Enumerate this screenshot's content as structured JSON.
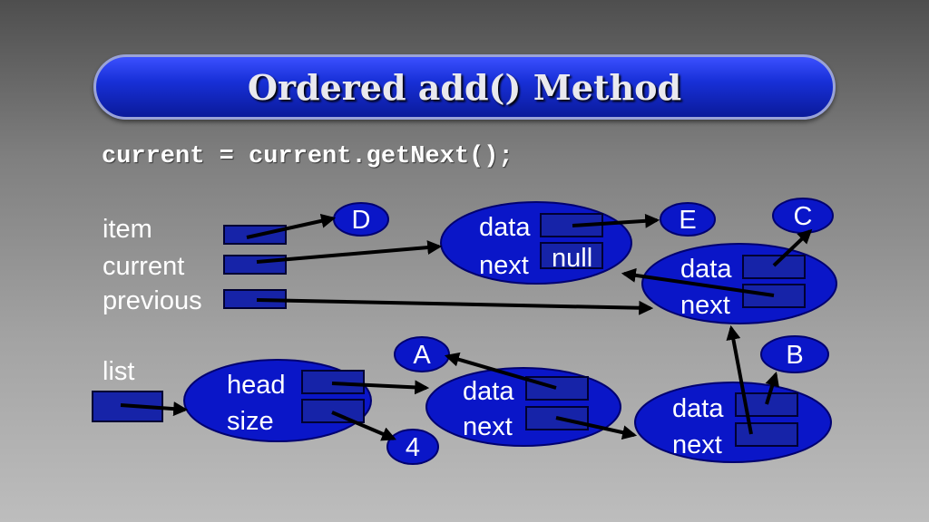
{
  "title": "Ordered add() Method",
  "code": "current = current.getNext();",
  "variables": {
    "item": "item",
    "current": "current",
    "previous": "previous",
    "list": "list"
  },
  "values": {
    "D": "D",
    "E": "E",
    "C": "C",
    "A": "A",
    "B": "B",
    "count": "4"
  },
  "fields": {
    "data": "data",
    "next": "next",
    "head": "head",
    "size": "size",
    "null": "null"
  },
  "colors": {
    "node_fill": "#0a16c8",
    "title_blue": "#1830d8",
    "arrow": "#000000"
  }
}
